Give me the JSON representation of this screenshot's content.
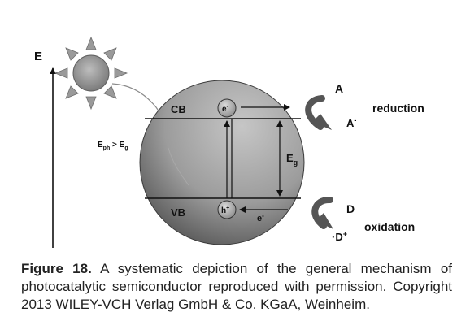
{
  "diagram": {
    "energy_axis_label": "E",
    "sun_icon": "sun-icon",
    "energy_condition": {
      "main": "E",
      "sub1": "ph",
      "mid": " > E",
      "sub2": "g"
    },
    "conduction_band_label": "CB",
    "valence_band_label": "VB",
    "electron_label": "e",
    "electron_sup": "-",
    "hole_label": "h",
    "hole_sup": "+",
    "band_gap": {
      "main": "E",
      "sub": "g"
    },
    "recombination_label": "e",
    "recombination_sup": "-",
    "reduction": {
      "reactant": "A",
      "product": "A",
      "product_sup": "-",
      "label": "reduction"
    },
    "oxidation": {
      "reactant": "D",
      "product": "·D",
      "product_sup": "+",
      "label": "oxidation"
    },
    "colors": {
      "sphere_light": "#b8b8b8",
      "sphere_dark": "#4a4a4a",
      "sun_ray": "#9a9a9a",
      "sun_body": "#8a8a8a",
      "arrow_gray": "#555555"
    }
  },
  "caption": {
    "figure_label": "Figure 18.",
    "text": " A systematic depiction of the general mechanism of photocatalytic semiconductor reproduced with permission. Copyright 2013 WILEY-VCH Verlag GmbH & Co. KGaA, Weinheim."
  }
}
